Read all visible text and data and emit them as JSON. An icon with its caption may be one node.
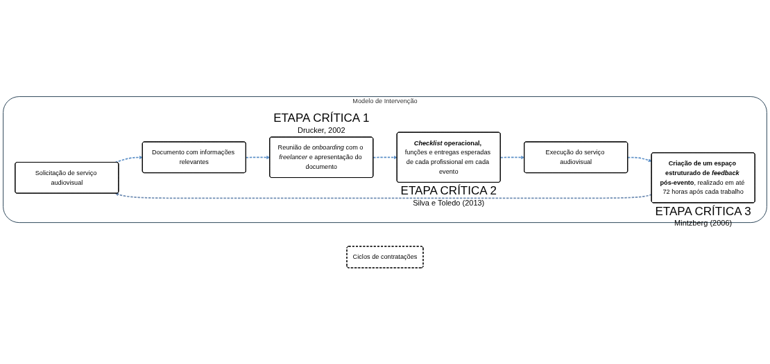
{
  "diagram": {
    "nodes": [
      {
        "text": [
          "Modelo de Intervenção"
        ]
      },
      {
        "text": [
          "Solicitação de serviço audiovisual"
        ],
        "in": 0
      },
      {
        "text": [
          "Documento com informações relevantes"
        ],
        "in": 0
      },
      {
        "text": [
          "Reunião de *onboarding* com o *freelancer* e apresentação do documento"
        ],
        "in": 0,
        "beside": [
          "ETAPA CRÍTICA 1",
          "Drucker, 2002"
        ]
      },
      {
        "text": [
          "***Checklist* operacional,** funções e entregas esperadas de cada profissional em cada evento"
        ],
        "in": 0,
        "beside": [
          "ETAPA CRÍTICA 2",
          "Silva e Toledo (2013)"
        ]
      },
      {
        "text": [
          "Execução do serviço audiovisual"
        ],
        "in": 0
      },
      {
        "text": [
          "**Criação de um espaço estruturado de *feedback* pós-evento**, realizado em até 72 horas após cada trabalho"
        ],
        "in": 0,
        "beside": [
          "ETAPA CRÍTICA 3",
          "Mintzberg (2006)"
        ]
      },
      {
        "text": [
          "Ciclos de contratações"
        ]
      }
    ],
    "edges": [
      {
        "from": 1,
        "to": 2,
        "arrow": "to",
        "style": "dashed"
      },
      {
        "from": 2,
        "to": 3,
        "arrow": "to",
        "style": "dashed"
      },
      {
        "from": 3,
        "to": 4,
        "arrow": "to",
        "style": "dashed"
      },
      {
        "from": 4,
        "to": 5,
        "arrow": "to",
        "style": "dashed"
      },
      {
        "from": 5,
        "to": 6,
        "arrow": "to",
        "style": "dashed"
      },
      {
        "from": 6,
        "to": 1,
        "arrow": "to",
        "style": "dashed",
        "color": "#6f8db3"
      }
    ]
  }
}
